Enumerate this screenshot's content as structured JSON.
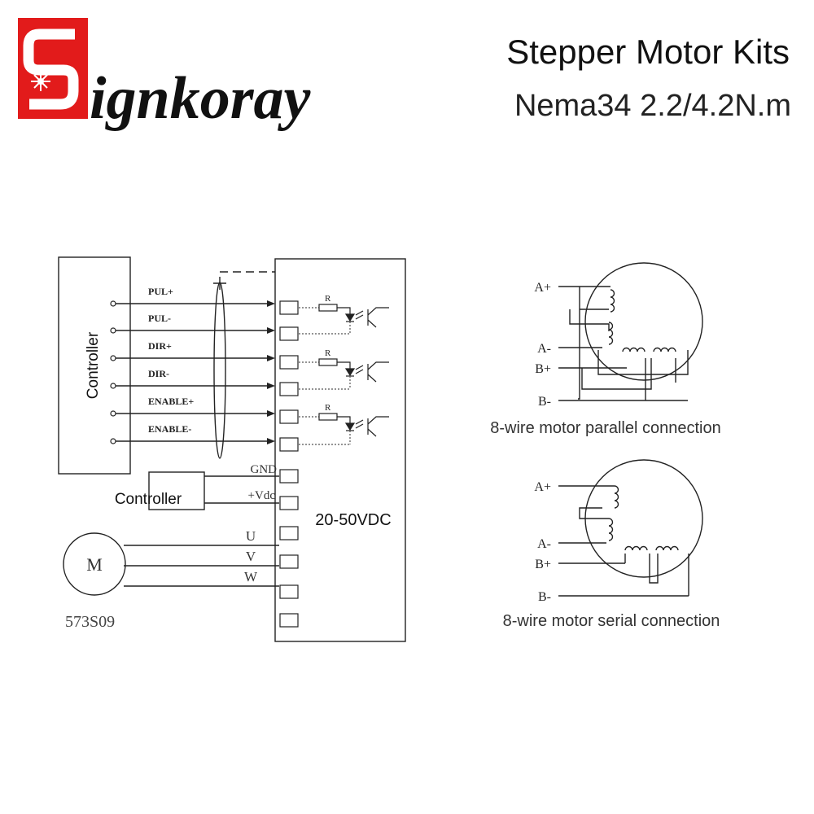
{
  "brand": {
    "name": "Signkoray",
    "rest": "ignkoray",
    "color": "#e21b1b"
  },
  "header": {
    "title": "Stepper Motor Kits",
    "subtitle": "Nema34 2.2/4.2N.m"
  },
  "wiring": {
    "controller_label": "Controller",
    "signals": [
      "PUL+",
      "PUL-",
      "DIR+",
      "DIR-",
      "ENABLE+",
      "ENABLE-"
    ],
    "resistor_label": "R",
    "power_controller_label": "Controller",
    "gnd_label": "GND",
    "vdc_label": "+Vdc",
    "voltage_label": "20-50VDC",
    "phase_labels": [
      "U",
      "V",
      "W"
    ],
    "motor_symbol": "M",
    "motor_model": "573S09"
  },
  "parallel": {
    "labels": [
      "A+",
      "A-",
      "B+",
      "B-"
    ],
    "caption": "8-wire motor parallel connection"
  },
  "serial": {
    "labels": [
      "A+",
      "A-",
      "B+",
      "B-"
    ],
    "caption": "8-wire motor serial connection"
  },
  "colors": {
    "ink": "#111111",
    "diagram": "#222222",
    "dotted": "#555555",
    "caption": "#333333"
  }
}
